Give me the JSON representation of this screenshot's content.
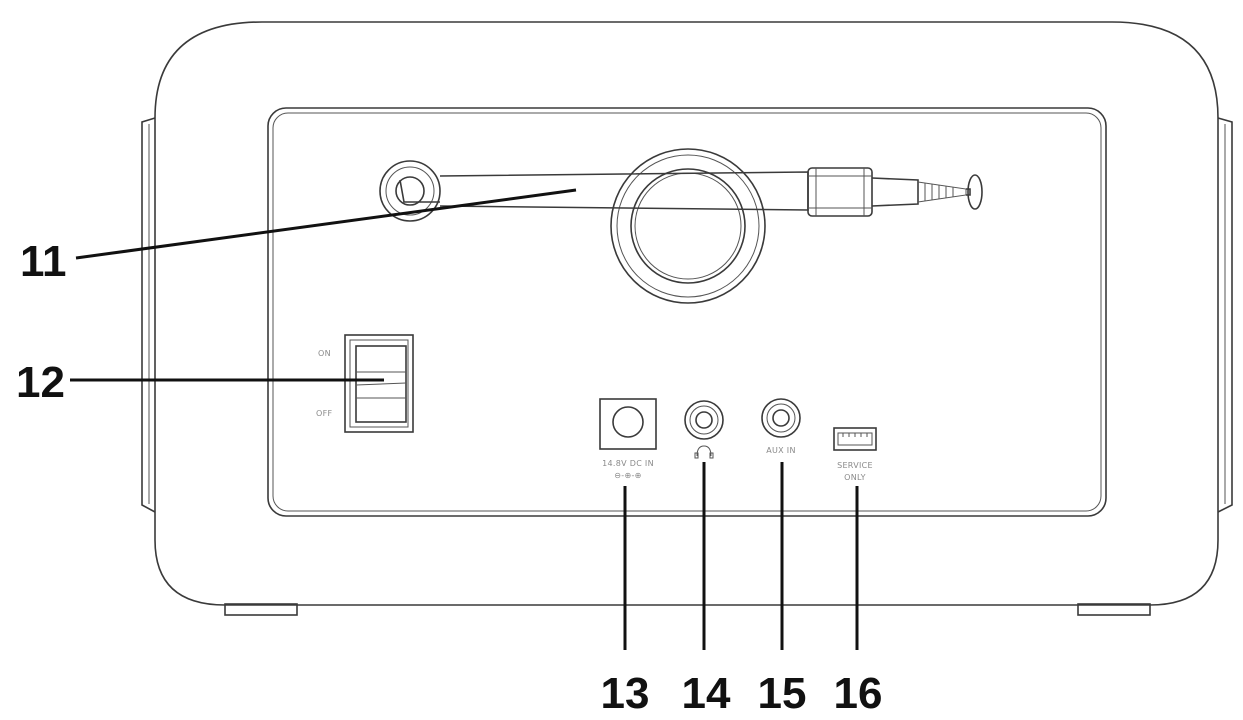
{
  "callouts": [
    {
      "id": "11",
      "label": "11"
    },
    {
      "id": "12",
      "label": "12"
    },
    {
      "id": "13",
      "label": "13"
    },
    {
      "id": "14",
      "label": "14"
    },
    {
      "id": "15",
      "label": "15"
    },
    {
      "id": "16",
      "label": "16"
    }
  ],
  "panel_labels": {
    "switch_on": "ON",
    "switch_off": "OFF",
    "dc_in_line1": "14.8V DC IN",
    "dc_in_line2": "⊖-⊕-⊕",
    "aux_in": "AUX IN",
    "service_line1": "SERVICE",
    "service_line2": "ONLY"
  },
  "colors": {
    "line": "#3a3a3a",
    "callout_text": "#111111",
    "panel_label": "#8a8a8a"
  }
}
